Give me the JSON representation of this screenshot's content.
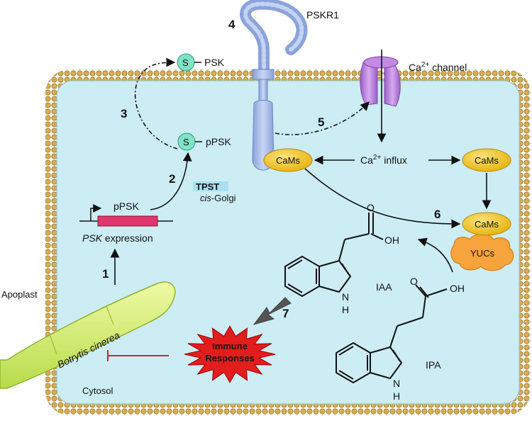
{
  "labels": {
    "pskr1": "PSKR1",
    "ca_channel": "Ca",
    "ca_channel_sup": "2+",
    "ca_channel_suffix": " channel",
    "s_psk": "S",
    "psk": "PSK",
    "s_ppsk": "S",
    "ppsk": "pPSK",
    "tpst": "TPST",
    "cis_golgi_italic": "cis",
    "cis_golgi_rest": "-Golgi",
    "ppsk_gene": "pPSK",
    "psk_expression_italic": "PSK",
    "psk_expression_rest": " expression",
    "apoplast": "Apoplast",
    "cytosol": "Cytosol",
    "botrytis": "Botrytis cinerea",
    "immune_line1": "Immune",
    "immune_line2": "Responses",
    "cams_left": "CaMs",
    "cams_right": "CaMs",
    "cams_bottom": "CaMs",
    "yucs": "YUCs",
    "ca_influx": "Ca",
    "ca_influx_sup": "2+",
    "ca_influx_suffix": " influx",
    "iaa": "IAA",
    "ipa": "IPA",
    "oh_iaa": "OH",
    "o_iaa": "O",
    "oh_ipa": "OH",
    "o_ipa": "O",
    "nh_iaa_n": "N",
    "nh_iaa_h": "H",
    "nh_ipa_n": "N",
    "nh_ipa_h": "H"
  },
  "steps": [
    "1",
    "2",
    "3",
    "4",
    "5",
    "6",
    "7"
  ],
  "colors": {
    "membrane": "#d9b25a",
    "cytosol": "#cfeef6",
    "receptor": "#a9bde8",
    "channel": "#b77fd6",
    "cams": "#f2c21a",
    "yucs": "#f7a43c",
    "psk_sphere": "#7fe3c4",
    "fungus": "#d9f27a",
    "immune": "#e0201e",
    "gene_box": "#e0356d"
  }
}
